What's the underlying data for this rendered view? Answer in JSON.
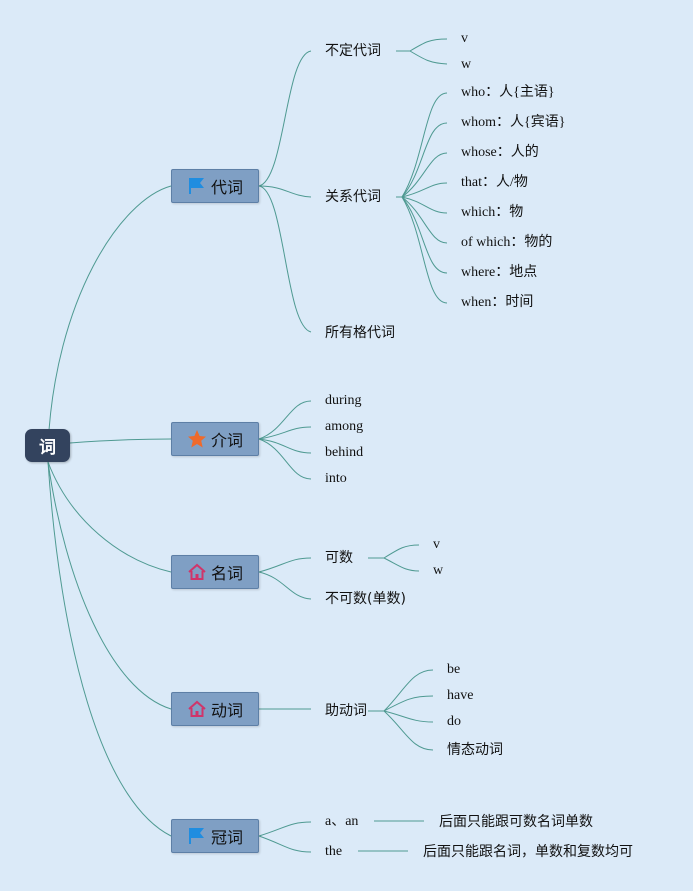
{
  "root": {
    "label": "词"
  },
  "branches": {
    "pronoun": {
      "label": "代词",
      "icon": "flag-icon",
      "children": {
        "indefinite": {
          "label": "不定代词",
          "items": [
            "v",
            "w"
          ]
        },
        "relative": {
          "label": "关系代词",
          "items": [
            "who：人{主语}",
            "whom：人{宾语}",
            "whose：人的",
            "that：人/物",
            "which：物",
            "of which：物的",
            "where：地点",
            "when：时间"
          ]
        },
        "possessive": {
          "label": "所有格代词"
        }
      }
    },
    "preposition": {
      "label": "介词",
      "icon": "star-icon",
      "items": [
        "during",
        "among",
        "behind",
        "into"
      ]
    },
    "noun": {
      "label": "名词",
      "icon": "home-icon",
      "children": {
        "countable": {
          "label": "可数",
          "items": [
            "v",
            "w"
          ]
        },
        "uncountable": {
          "label": "不可数(单数)"
        }
      }
    },
    "verb": {
      "label": "动词",
      "icon": "home-icon",
      "children": {
        "auxiliary": {
          "label": "助动词",
          "items": [
            "be",
            "have",
            "do",
            "情态动词"
          ]
        }
      }
    },
    "article": {
      "label": "冠词",
      "icon": "flag-icon",
      "rows": [
        {
          "label": "a、an",
          "note": "后面只能跟可数名词单数"
        },
        {
          "label": "the",
          "note": "后面只能跟名词，单数和复数均可"
        }
      ]
    }
  },
  "colors": {
    "connector": "#4f9a92",
    "root": "#33435e",
    "branch": "#7f9fc4",
    "flag": "#1f8de0",
    "star": "#ee6a2c",
    "home": "#d0356a",
    "background": "#dbeaf8"
  }
}
